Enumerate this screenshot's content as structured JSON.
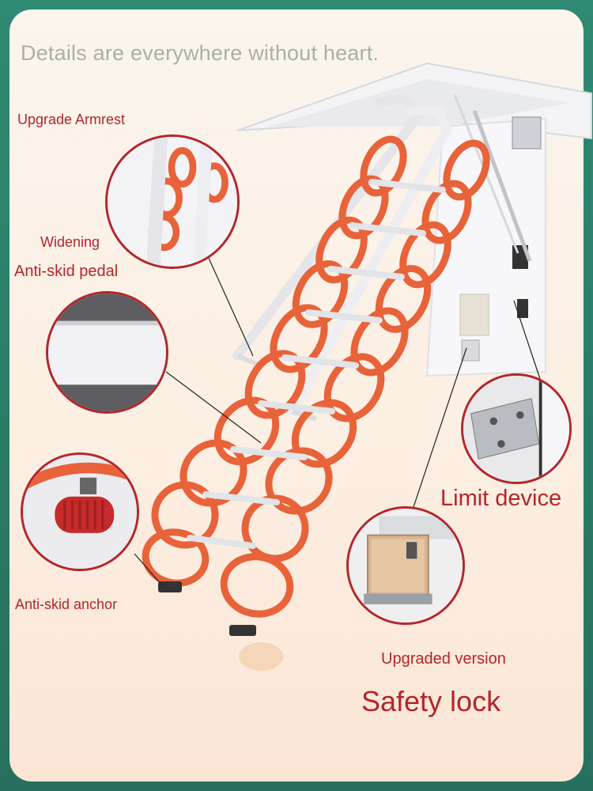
{
  "headline": "Details are everywhere without heart.",
  "labels": {
    "armrest": "Upgrade Armrest",
    "widening": "Widening",
    "pedal": "Anti-skid pedal",
    "anchor": "Anti-skid anchor",
    "limit": "Limit device",
    "upgraded": "Upgraded version",
    "safety": "Safety lock"
  },
  "colors": {
    "accent": "#b3262b",
    "ladder": "#e8623a",
    "headline": "#a8b29e",
    "frame": "#2e7d68"
  }
}
